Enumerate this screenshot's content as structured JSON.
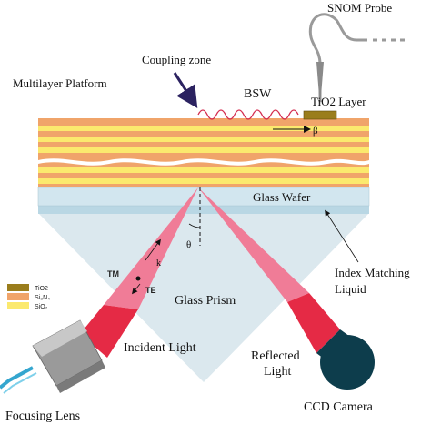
{
  "labels": {
    "snom_probe": "SNOM Probe",
    "coupling_zone": "Coupling zone",
    "multilayer_platform": "Multilayer Platform",
    "bsw": "BSW",
    "tio2_layer": "TiO2 Layer",
    "beta": "β",
    "glass_wafer": "Glass Wafer",
    "index_matching_1": "Index Matching",
    "index_matching_2": "Liquid",
    "theta": "θ",
    "k": "k",
    "tm": "TM",
    "te": "TE",
    "glass_prism": "Glass Prism",
    "incident_light": "Incident Light",
    "reflected_1": "Reflected",
    "reflected_2": "Light",
    "focusing_lens": "Focusing Lens",
    "ccd_camera": "CCD Camera"
  },
  "legend": [
    {
      "label": "TiO2",
      "color": "#9a7d1c"
    },
    {
      "label": "Si₃N₄",
      "color": "#f0a46a"
    },
    {
      "label": "SiO₂",
      "color": "#fbe96e"
    }
  ],
  "colors": {
    "si3n4": "#f0a46a",
    "sio2": "#fbe96e",
    "tio2": "#9a7d1c",
    "wafer": "#d2e6ef",
    "prism": "#dbe8ee",
    "beam_light": "#f07c97",
    "beam_dark": "#e52a45",
    "ccd": "#0d3d4c",
    "lens_body": "#9a9a9a",
    "fiber": "#34a6cf",
    "wave": "#d42c4f",
    "arrow": "#2b2260"
  }
}
